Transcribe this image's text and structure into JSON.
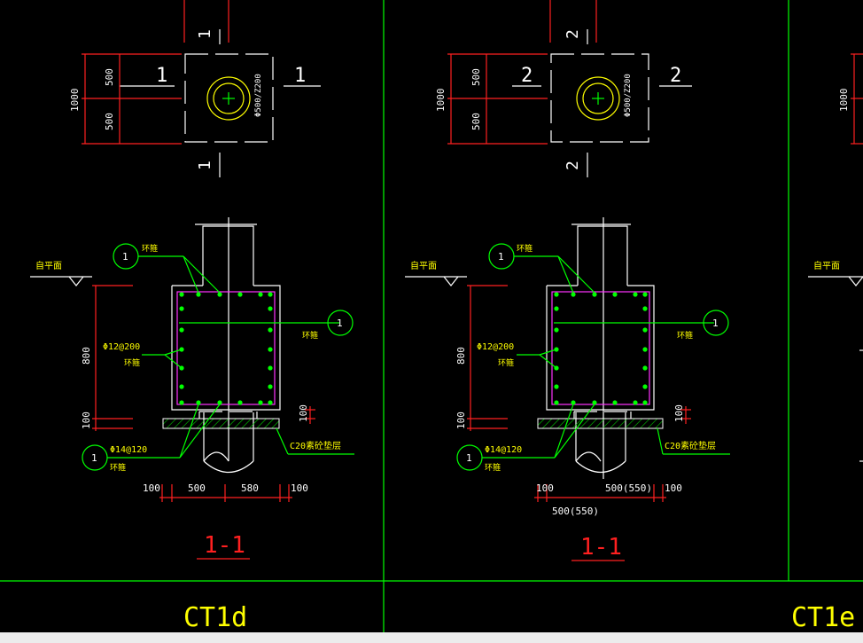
{
  "panels": [
    {
      "title": "CT1d",
      "plan": {
        "section_mark": "1",
        "dim_total": "1000",
        "dim_half_top": "500",
        "dim_half_bottom": "500",
        "pile_label": "Φ500/Z200"
      },
      "section": {
        "ground_label": "自平面",
        "rebar_top_label": "环箍",
        "callout_number": "1",
        "right_callout_label": "环箍",
        "stirrup_label": "Φ12@200",
        "stirrup_sub": "环箍",
        "bottom_rebar_label": "Φ14@120",
        "bottom_rebar_sub": "环箍",
        "dim_height": "800",
        "dim_cover": "100",
        "dim_pad": "100",
        "pad_label": "C20素砼垫层",
        "dim_bottom": [
          "100",
          "500",
          "580",
          "100"
        ],
        "dim_bottom_total": ""
      },
      "caption": "1-1"
    },
    {
      "title": "CT1e",
      "plan": {
        "section_mark": "2",
        "dim_total": "1000",
        "dim_half_top": "500",
        "dim_half_bottom": "500",
        "pile_label": "Φ500/Z200"
      },
      "section": {
        "ground_label": "自平面",
        "rebar_top_label": "环箍",
        "callout_number": "1",
        "right_callout_label": "环箍",
        "stirrup_label": "Φ12@200",
        "stirrup_sub": "环箍",
        "bottom_rebar_label": "Φ14@120",
        "bottom_rebar_sub": "环箍",
        "dim_height": "800",
        "dim_cover": "100",
        "dim_pad": "100",
        "pad_label": "C20素砼垫层",
        "dim_bottom": [
          "100",
          "500(550)",
          "100"
        ],
        "dim_bottom_total": "500(550)"
      },
      "caption": "1-1"
    }
  ],
  "partial_panel": {
    "dim_total": "1000",
    "ground_label": "自平面"
  },
  "colors": {
    "background": "#000000",
    "frame": "#00ff00",
    "dimension": "#ff2020",
    "annotation": "#ffff00",
    "outline": "#ffffff",
    "stirrup": "#ff33ff"
  }
}
